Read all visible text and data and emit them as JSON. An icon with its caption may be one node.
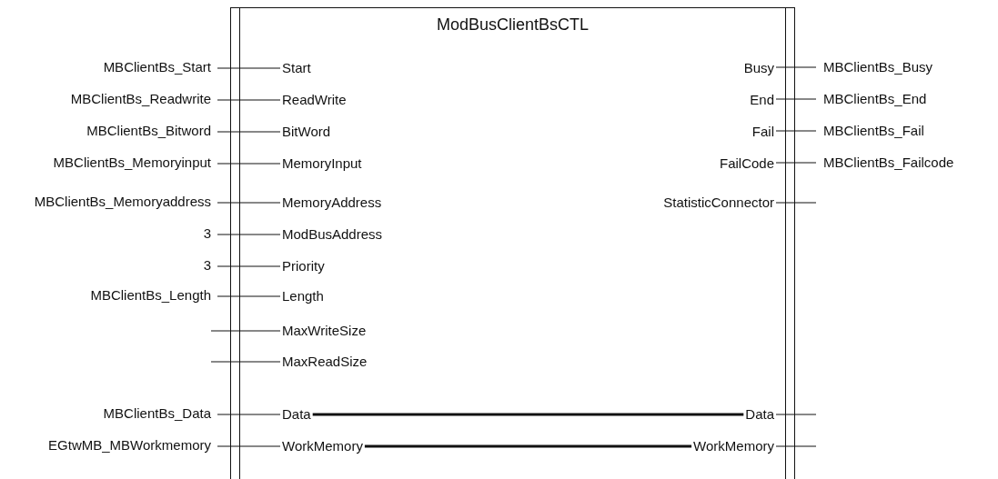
{
  "diagram": {
    "nodes": [
      {
        "text": [
          "ModBusClientBsCTL"
        ]
      },
      {
        "text": [
          "Start"
        ],
        "in": 0
      },
      {
        "text": [
          "ReadWrite"
        ],
        "in": 0
      },
      {
        "text": [
          "BitWord"
        ],
        "in": 0
      },
      {
        "text": [
          "MemoryInput"
        ],
        "in": 0
      },
      {
        "text": [
          "MemoryAddress"
        ],
        "in": 0
      },
      {
        "text": [
          "ModBusAddress"
        ],
        "in": 0
      },
      {
        "text": [
          "Priority"
        ],
        "in": 0
      },
      {
        "text": [
          "Length"
        ],
        "in": 0
      },
      {
        "text": [
          "MaxWriteSize"
        ],
        "in": 0
      },
      {
        "text": [
          "MaxReadSize"
        ],
        "in": 0
      },
      {
        "text": [
          "Data"
        ],
        "in": 0
      },
      {
        "text": [
          "WorkMemory"
        ],
        "in": 0
      },
      {
        "text": [
          "Busy"
        ],
        "in": 0
      },
      {
        "text": [
          "End"
        ],
        "in": 0
      },
      {
        "text": [
          "Fail"
        ],
        "in": 0
      },
      {
        "text": [
          "FailCode"
        ],
        "in": 0
      },
      {
        "text": [
          "StatisticConnector"
        ],
        "in": 0
      },
      {
        "text": [
          "Data"
        ],
        "in": 0
      },
      {
        "text": [
          "WorkMemory"
        ],
        "in": 0
      },
      {
        "text": [
          "MBClientBs_Start"
        ]
      },
      {
        "text": [
          "MBClientBs_Readwrite"
        ]
      },
      {
        "text": [
          "MBClientBs_Bitword"
        ]
      },
      {
        "text": [
          "MBClientBs_Memoryinput"
        ]
      },
      {
        "text": [
          "MBClientBs_Memoryaddress"
        ]
      },
      {
        "text": [
          "3"
        ]
      },
      {
        "text": [
          "3"
        ]
      },
      {
        "text": [
          "MBClientBs_Length"
        ]
      },
      {
        "text": [
          "MBClientBs_Data"
        ]
      },
      {
        "text": [
          "EGtwMB_MBWorkmemory"
        ]
      },
      {
        "text": [
          "MBClientBs_Busy"
        ]
      },
      {
        "text": [
          "MBClientBs_End"
        ]
      },
      {
        "text": [
          "MBClientBs_Fail"
        ]
      },
      {
        "text": [
          "MBClientBs_Failcode"
        ]
      }
    ],
    "edges": [
      {
        "from": 20,
        "to": 1,
        "arrow": "none"
      },
      {
        "from": 21,
        "to": 2,
        "arrow": "none"
      },
      {
        "from": 22,
        "to": 3,
        "arrow": "none"
      },
      {
        "from": 23,
        "to": 4,
        "arrow": "none"
      },
      {
        "from": 24,
        "to": 5,
        "arrow": "none"
      },
      {
        "from": 25,
        "to": 6,
        "arrow": "none"
      },
      {
        "from": 26,
        "to": 7,
        "arrow": "none"
      },
      {
        "from": 27,
        "to": 8,
        "arrow": "none"
      },
      {
        "from": null,
        "to": 9,
        "arrow": "none"
      },
      {
        "from": null,
        "to": 10,
        "arrow": "none"
      },
      {
        "from": 28,
        "to": 11,
        "arrow": "none"
      },
      {
        "from": 29,
        "to": 12,
        "arrow": "none"
      },
      {
        "from": 13,
        "to": 30,
        "arrow": "none"
      },
      {
        "from": 14,
        "to": 31,
        "arrow": "none"
      },
      {
        "from": 15,
        "to": 32,
        "arrow": "none"
      },
      {
        "from": 16,
        "to": 33,
        "arrow": "none"
      },
      {
        "from": 17,
        "to": null,
        "arrow": "none"
      },
      {
        "from": 18,
        "to": null,
        "arrow": "none"
      },
      {
        "from": 19,
        "to": null,
        "arrow": "none"
      },
      {
        "from": 11,
        "to": 18,
        "arrow": "none",
        "style": "thick"
      },
      {
        "from": 12,
        "to": 19,
        "arrow": "none",
        "style": "thick"
      }
    ]
  }
}
